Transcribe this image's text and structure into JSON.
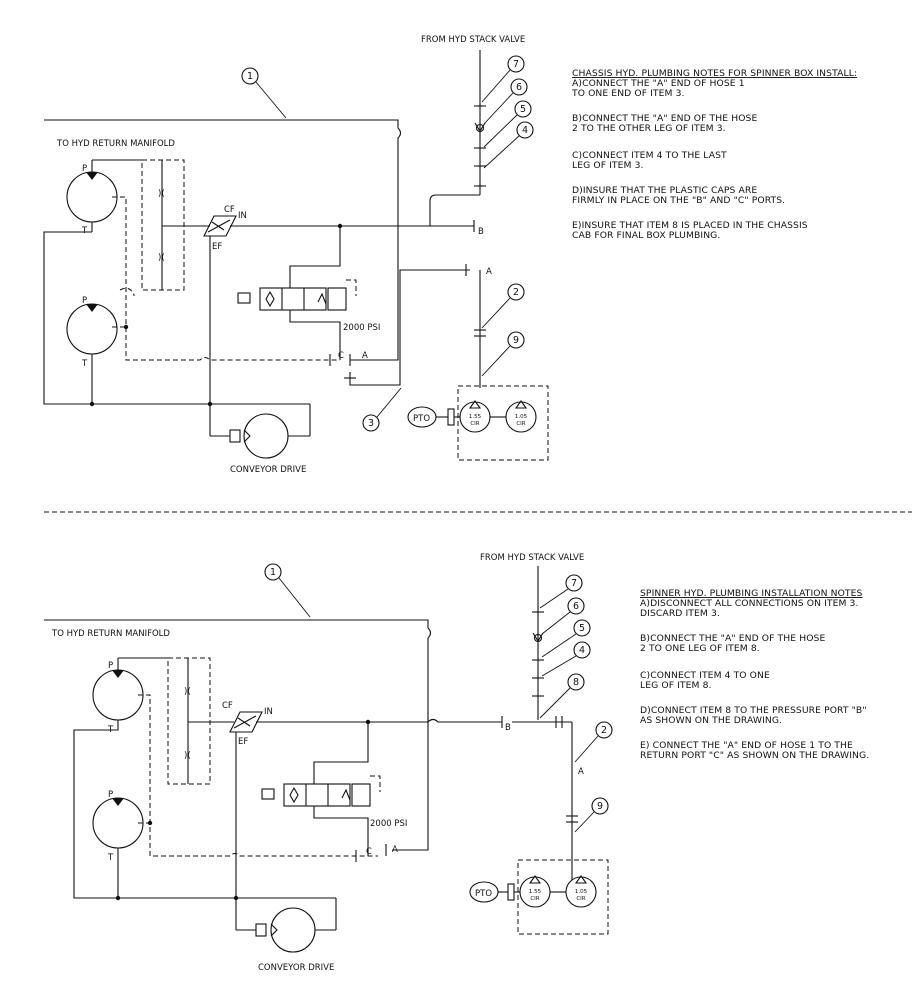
{
  "top": {
    "stack_valve_label": "FROM HYD STACK VALVE",
    "return_manifold_label": "TO HYD RETURN MANIFOLD",
    "notes_title": "CHASSIS HYD. PLUMBING NOTES FOR SPINNER BOX INSTALL:",
    "notes": [
      "A)CONNECT THE \"A\" END OF HOSE 1",
      " TO ONE END OF ITEM 3.",
      "B)CONNECT THE \"A\" END OF THE HOSE",
      " 2 TO THE OTHER LEG OF ITEM 3.",
      "C)CONNECT ITEM 4 TO THE LAST",
      " LEG OF ITEM 3.",
      "D)INSURE THAT THE PLASTIC CAPS ARE",
      " FIRMLY IN PLACE ON THE \"B\" AND \"C\" PORTS.",
      "E)INSURE THAT ITEM 8 IS PLACED IN THE CHASSIS",
      " CAB FOR FINAL BOX PLUMBING."
    ],
    "callouts": [
      "1",
      "2",
      "3",
      "4",
      "5",
      "6",
      "7",
      "9"
    ]
  },
  "bottom": {
    "stack_valve_label": "FROM HYD STACK VALVE",
    "return_manifold_label": "TO HYD RETURN MANIFOLD",
    "notes_title": "SPINNER HYD. PLUMBING INSTALLATION NOTES",
    "notes": [
      "A)DISCONNECT ALL CONNECTIONS ON ITEM 3.",
      "DISCARD ITEM 3.",
      "B)CONNECT THE \"A\" END OF THE HOSE",
      " 2 TO ONE LEG OF ITEM 8.",
      "C)CONNECT ITEM 4 TO ONE",
      " LEG OF ITEM 8.",
      "D)CONNECT ITEM 8 TO THE PRESSURE PORT \"B\"",
      " AS SHOWN ON THE DRAWING.",
      "E) CONNECT THE \"A\" END OF HOSE 1 TO THE",
      " RETURN PORT \"C\" AS SHOWN ON THE DRAWING."
    ],
    "callouts": [
      "1",
      "2",
      "4",
      "5",
      "6",
      "7",
      "8",
      "9"
    ]
  },
  "labels": {
    "pressure_port": "P",
    "tank_port": "T",
    "cf_port": "CF",
    "ef_port": "EF",
    "in_port": "IN",
    "relief_pressure": "2000 PSI",
    "conveyor_drive": "CONVEYOR DRIVE",
    "port_a": "A",
    "port_b": "B",
    "port_c": "C",
    "pto": "PTO",
    "pump_large": "1.55",
    "pump_small": "1.05",
    "pump_unit": "CIR"
  }
}
